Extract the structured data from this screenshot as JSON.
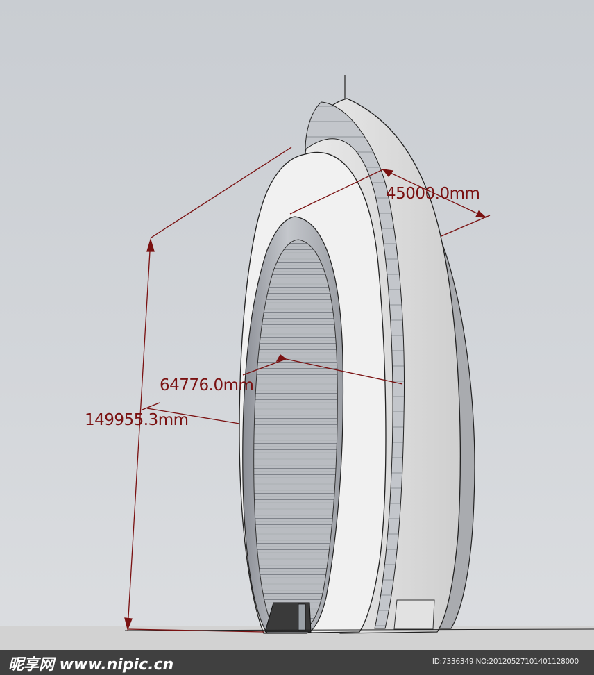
{
  "colors": {
    "dimension": "#7a1111",
    "sky_top": "#c9cdd2",
    "ground": "#d2d2d2",
    "footer": "#404040"
  },
  "dimensions": {
    "width_top": "45000.0mm",
    "width_mid": "64776.0mm",
    "height": "149955.3mm"
  },
  "watermark": {
    "logo": "昵享网 www.nipic.cn",
    "id": "ID:7336349 NO:20120527101401128000"
  }
}
